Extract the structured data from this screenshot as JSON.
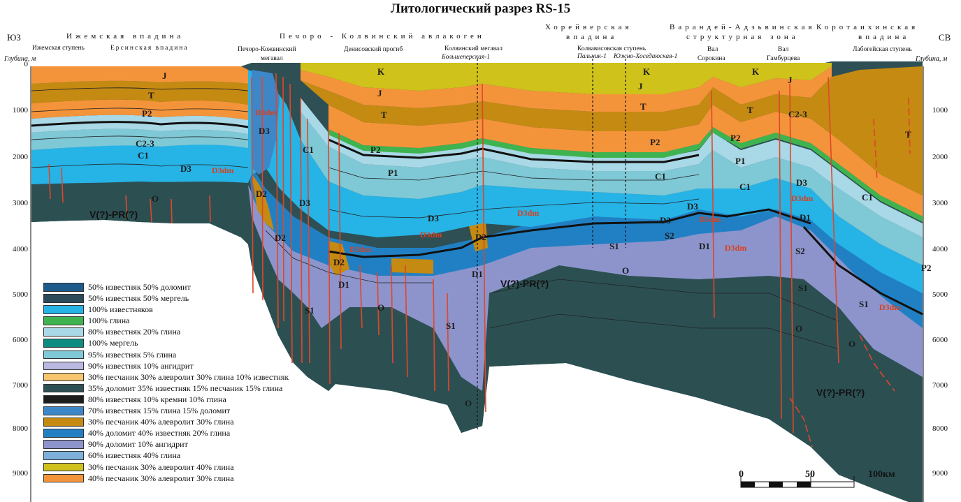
{
  "title": "Литологический разрез RS-15",
  "corners": {
    "left": "ЮЗ",
    "right": "СВ"
  },
  "regions": [
    {
      "id": "r1",
      "text": "Ижемская впадина"
    },
    {
      "id": "r2",
      "text": "Печоро - Колвинский авлакоген"
    },
    {
      "id": "r3",
      "text": "Хорейверская"
    },
    {
      "id": "r3b",
      "text": "впадина"
    },
    {
      "id": "r4",
      "text": "Варандей-Адзьвинская"
    },
    {
      "id": "r4b",
      "text": "структурная зона"
    },
    {
      "id": "r5",
      "text": "Коротаихинская"
    },
    {
      "id": "r5b",
      "text": "впадина"
    }
  ],
  "subregions": [
    {
      "id": "s1",
      "text": "Ижемская ступень"
    },
    {
      "id": "s2",
      "text": "Ерсинская впадина"
    },
    {
      "id": "s3a",
      "text": "Печоро-Кожвинский"
    },
    {
      "id": "s3b",
      "text": "мегавал"
    },
    {
      "id": "s4",
      "text": "Денисовский прогиб"
    },
    {
      "id": "s5",
      "text": "Колвинский мегавал"
    },
    {
      "id": "s6",
      "text": "Колвависовская ступень"
    },
    {
      "id": "s7a",
      "text": "Вал"
    },
    {
      "id": "s7b",
      "text": "Сорокина"
    },
    {
      "id": "s8a",
      "text": "Вал"
    },
    {
      "id": "s8b",
      "text": "Гамбурцева"
    },
    {
      "id": "s9",
      "text": "Лабогейская ступень"
    }
  ],
  "wells": [
    {
      "id": "w1",
      "text": "Большеперская-1"
    },
    {
      "id": "w2",
      "text": "Пальник-1"
    },
    {
      "id": "w3",
      "text": "Южно-Хоседаюская-1"
    }
  ],
  "depth_title": "Глубина, м",
  "depth_ticks": [
    "0",
    "1000",
    "2000",
    "3000",
    "4000",
    "5000",
    "6000",
    "7000",
    "8000",
    "9000"
  ],
  "basement_label": "V(?)-PR(?)",
  "strata_labels": [
    {
      "id": "j1",
      "text": "J"
    },
    {
      "id": "t1",
      "text": "T"
    },
    {
      "id": "p2a",
      "text": "P2"
    },
    {
      "id": "c23a",
      "text": "C2-3"
    },
    {
      "id": "c1a",
      "text": "C1"
    },
    {
      "id": "d3a",
      "text": "D3"
    },
    {
      "id": "oa",
      "text": "O"
    },
    {
      "id": "d3b",
      "text": "D3"
    },
    {
      "id": "d2a",
      "text": "D2"
    },
    {
      "id": "d2b",
      "text": "D2"
    },
    {
      "id": "s1a",
      "text": "S1"
    },
    {
      "id": "c1b",
      "text": "C1"
    },
    {
      "id": "d3c",
      "text": "D3"
    },
    {
      "id": "d2c",
      "text": "D2"
    },
    {
      "id": "d1a",
      "text": "D1"
    },
    {
      "id": "kb",
      "text": "K"
    },
    {
      "id": "jb",
      "text": "J"
    },
    {
      "id": "tb",
      "text": "T"
    },
    {
      "id": "p2b",
      "text": "P2"
    },
    {
      "id": "p1a",
      "text": "P1"
    },
    {
      "id": "d3d",
      "text": "D3"
    },
    {
      "id": "d2d",
      "text": "D2"
    },
    {
      "id": "d1b",
      "text": "D1"
    },
    {
      "id": "ob",
      "text": "O"
    },
    {
      "id": "s1b",
      "text": "S1"
    },
    {
      "id": "oc",
      "text": "O"
    },
    {
      "id": "kc",
      "text": "K"
    },
    {
      "id": "jc",
      "text": "J"
    },
    {
      "id": "tc",
      "text": "T"
    },
    {
      "id": "p2c",
      "text": "P2"
    },
    {
      "id": "c1c",
      "text": "C1"
    },
    {
      "id": "d3e",
      "text": "D3"
    },
    {
      "id": "s2a",
      "text": "S2"
    },
    {
      "id": "s1c",
      "text": "S1"
    },
    {
      "id": "od",
      "text": "O"
    },
    {
      "id": "kd",
      "text": "K"
    },
    {
      "id": "td",
      "text": "T"
    },
    {
      "id": "p2d",
      "text": "P2"
    },
    {
      "id": "p1b",
      "text": "P1"
    },
    {
      "id": "c1d",
      "text": "C1"
    },
    {
      "id": "d3f",
      "text": "D3"
    },
    {
      "id": "d1c",
      "text": "D1"
    },
    {
      "id": "c23b",
      "text": "C2-3"
    },
    {
      "id": "d3g",
      "text": "D3"
    },
    {
      "id": "d1d",
      "text": "D1"
    },
    {
      "id": "s2b",
      "text": "S2"
    },
    {
      "id": "s1d",
      "text": "S1"
    },
    {
      "id": "oe",
      "text": "O"
    },
    {
      "id": "te",
      "text": "T"
    },
    {
      "id": "c1e",
      "text": "C1"
    },
    {
      "id": "s1e",
      "text": "S1"
    },
    {
      "id": "of",
      "text": "O"
    },
    {
      "id": "p2e",
      "text": "P2"
    },
    {
      "id": "j2",
      "text": "J"
    }
  ],
  "red_labels": [
    {
      "id": "rd1",
      "text": "D3dm"
    },
    {
      "id": "rd2",
      "text": "D3dm"
    },
    {
      "id": "rd3",
      "text": "D3dm"
    },
    {
      "id": "rd4",
      "text": "D3dm"
    },
    {
      "id": "rd5",
      "text": "D3dm"
    },
    {
      "id": "rd6",
      "text": "D3dm"
    },
    {
      "id": "rd7",
      "text": "D3dm"
    },
    {
      "id": "rd8",
      "text": "D3dm"
    },
    {
      "id": "rd9",
      "text": "D3dm"
    }
  ],
  "legend": [
    {
      "label": "50% известняк 50% доломит",
      "color": "#1f5a8c"
    },
    {
      "label": "50% известняк 50% мергель",
      "color": "#2c4a5a"
    },
    {
      "label": "100% известняков",
      "color": "#26b3e6"
    },
    {
      "label": "100% глина",
      "color": "#3fb350"
    },
    {
      "label": "80% известняк 20% глина",
      "color": "#a9d8e6"
    },
    {
      "label": "100% мергель",
      "color": "#0f8c82"
    },
    {
      "label": "95% известняк 5% глина",
      "color": "#7fc8d6"
    },
    {
      "label": "90% известняк 10% ангидрит",
      "color": "#b9b8e0"
    },
    {
      "label": "30% песчаник 30% алевролит 30% глина 10% известняк",
      "color": "#f7c56e"
    },
    {
      "label": "35% доломит 35% известняк 15% песчаник 15% глина",
      "color": "#2e4f54"
    },
    {
      "label": "80% известняк 10% кремни 10% глина",
      "color": "#1c1c1c"
    },
    {
      "label": "70% известняк 15% глина 15% доломит",
      "color": "#3d87c8"
    },
    {
      "label": "30% песчаник 40% алевролит 30% глина",
      "color": "#c48a12"
    },
    {
      "label": "40% доломит 40% известняк 20% глина",
      "color": "#2180c4"
    },
    {
      "label": "90% доломит 10% ангидрит",
      "color": "#8d94cc"
    },
    {
      "label": "60% известняк 40% глина",
      "color": "#7fb0da"
    },
    {
      "label": "30% песчаник 30% алевролит 40% глина",
      "color": "#cfc21a"
    },
    {
      "label": "40% песчаник 30% алевролит 30% глина",
      "color": "#f4943a"
    }
  ],
  "scale": {
    "labels": [
      "0",
      "50",
      "100км"
    ]
  }
}
